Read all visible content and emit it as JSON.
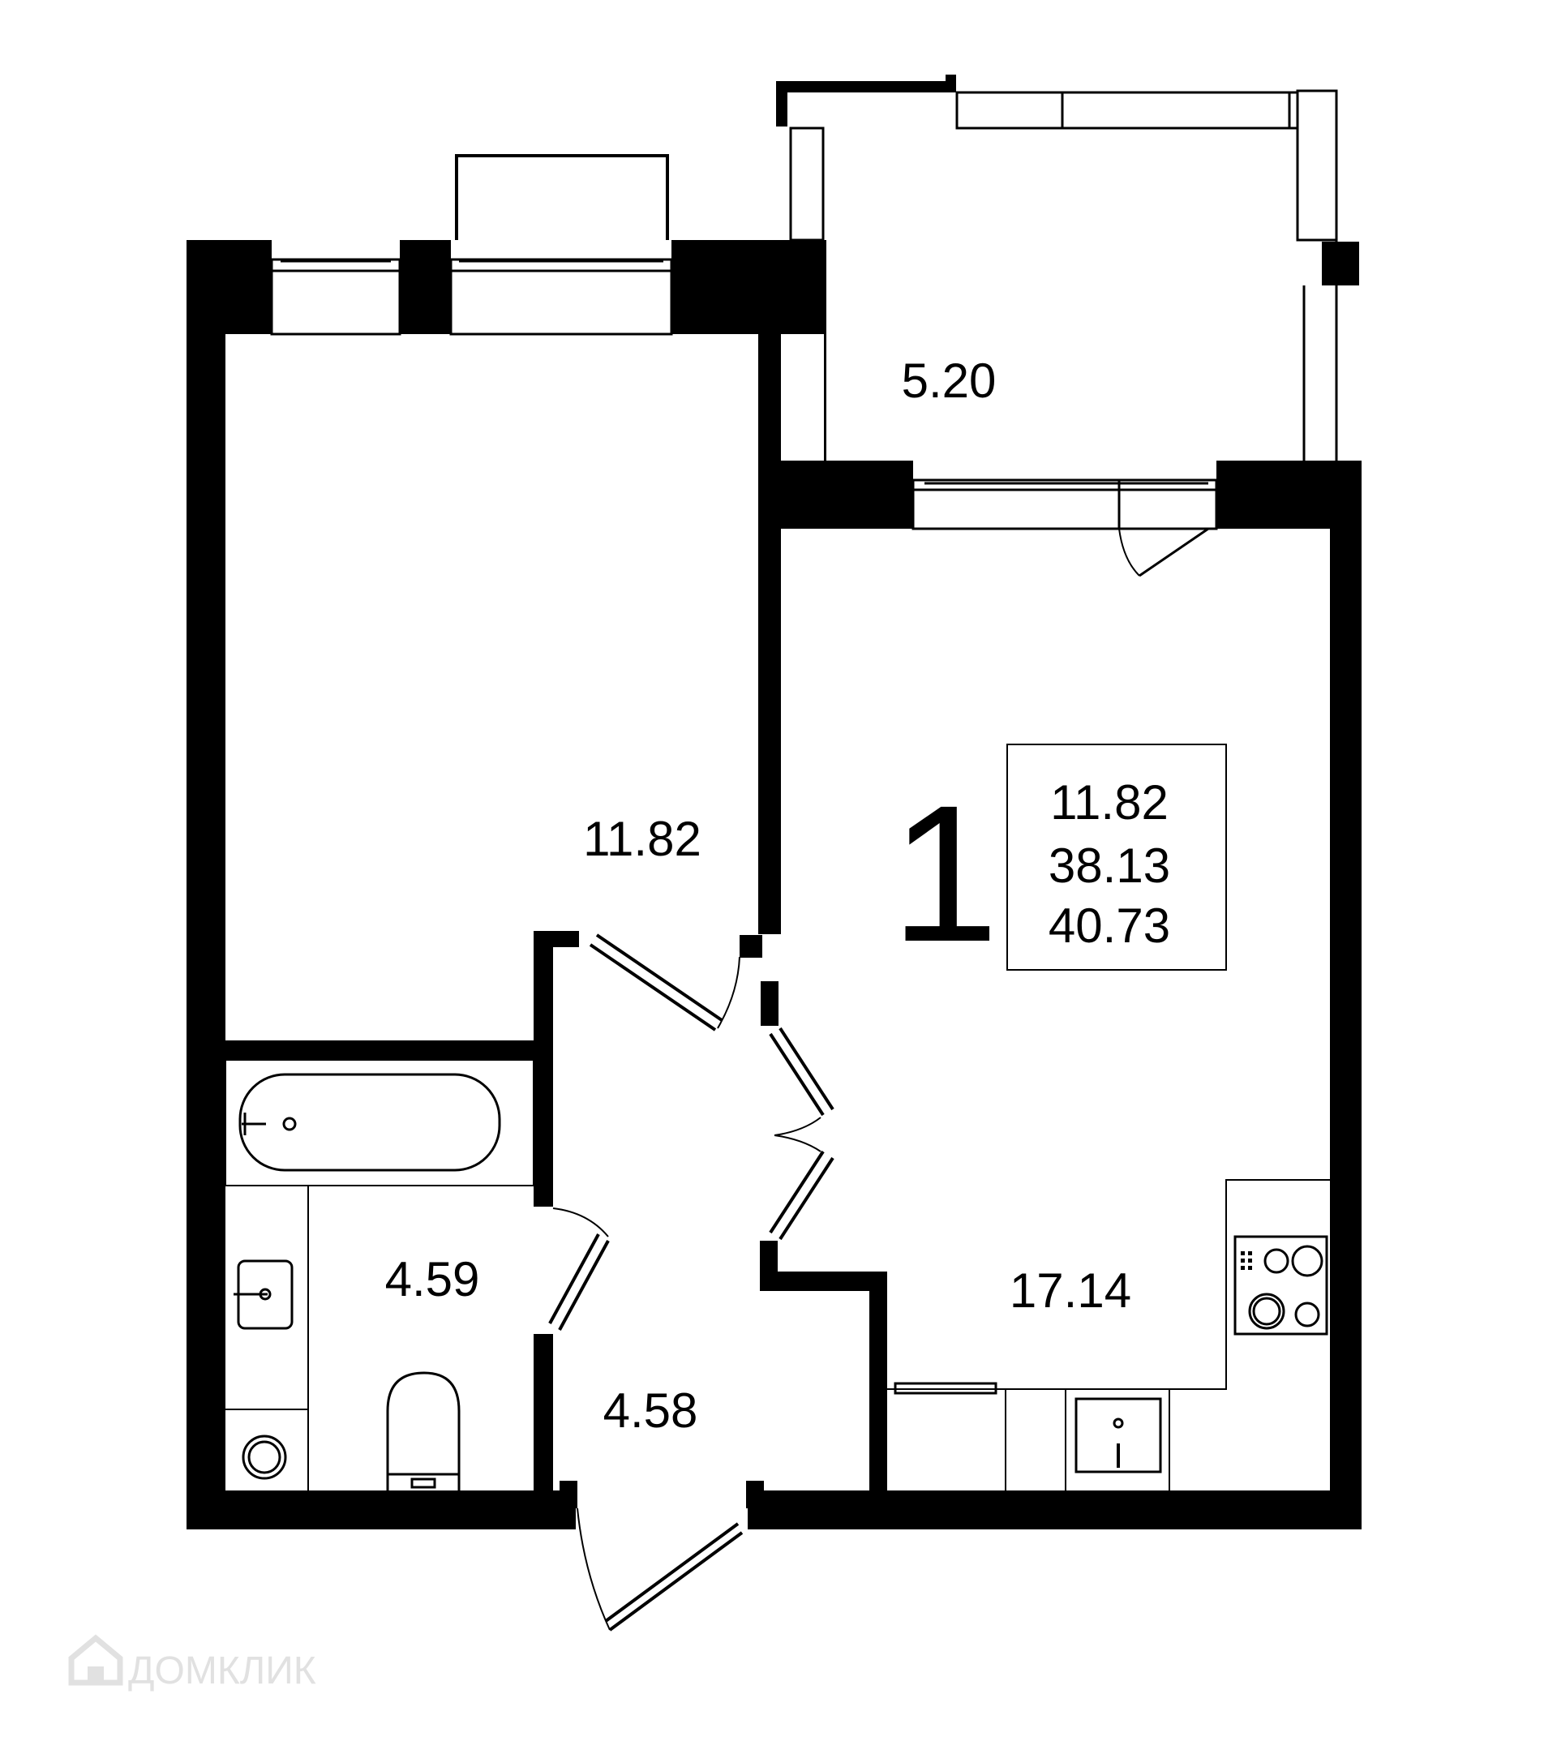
{
  "colors": {
    "wall": "#000000",
    "background": "#ffffff",
    "watermark": "#c9c9c9"
  },
  "rooms": {
    "balcony": {
      "area": "5.20"
    },
    "bedroom": {
      "area": "11.82"
    },
    "kitchen_living": {
      "area": "17.14"
    },
    "bathroom": {
      "area": "4.59"
    },
    "hallway": {
      "area": "4.58"
    }
  },
  "summary": {
    "rooms_count": "1",
    "living_area": "11.82",
    "total_area": "38.13",
    "total_with_balcony": "40.73"
  },
  "watermark": {
    "text": "ДОМКЛИК",
    "icon": "house-logo-icon"
  }
}
